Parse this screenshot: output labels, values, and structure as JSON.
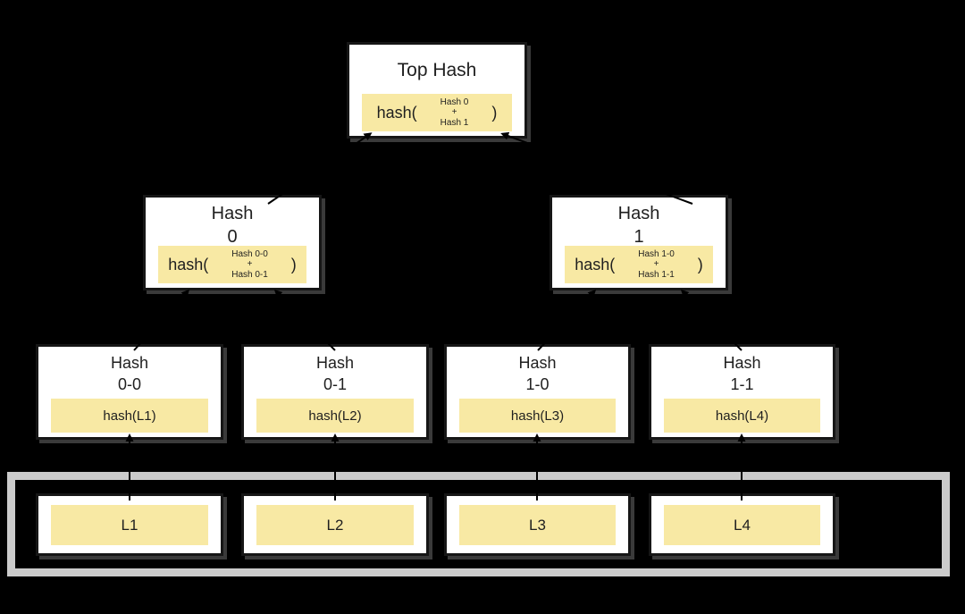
{
  "palette": {
    "background": "#000000",
    "node_fill": "#ffffff",
    "node_border": "#161616",
    "highlight_band": "#f8e9a4",
    "data_frame_gray": "#cbcbcb",
    "arrow_color": "#000000",
    "text": "#1f1f1f"
  },
  "tree": {
    "root": {
      "title": "Top Hash",
      "band": {
        "prefix": "hash(",
        "args": [
          "Hash 0",
          "+",
          "Hash 1"
        ],
        "suffix": ")"
      }
    },
    "branches": [
      {
        "title": [
          "Hash",
          "0"
        ],
        "band": {
          "prefix": "hash(",
          "args": [
            "Hash 0-0",
            "+",
            "Hash 0-1"
          ],
          "suffix": ")"
        }
      },
      {
        "title": [
          "Hash",
          "1"
        ],
        "band": {
          "prefix": "hash(",
          "args": [
            "Hash 1-0",
            "+",
            "Hash 1-1"
          ],
          "suffix": ")"
        }
      }
    ],
    "leaf_hashes": [
      {
        "title": [
          "Hash",
          "0-0"
        ],
        "band_text": "hash(L1)"
      },
      {
        "title": [
          "Hash",
          "0-1"
        ],
        "band_text": "hash(L2)"
      },
      {
        "title": [
          "Hash",
          "1-0"
        ],
        "band_text": "hash(L3)"
      },
      {
        "title": [
          "Hash",
          "1-1"
        ],
        "band_text": "hash(L4)"
      }
    ],
    "data_blocks": [
      {
        "label": "L1"
      },
      {
        "label": "L2"
      },
      {
        "label": "L3"
      },
      {
        "label": "L4"
      }
    ]
  },
  "edges": [
    {
      "from": "Hash 0",
      "to": "Top Hash"
    },
    {
      "from": "Hash 1",
      "to": "Top Hash"
    },
    {
      "from": "Hash 0-0",
      "to": "Hash 0"
    },
    {
      "from": "Hash 0-1",
      "to": "Hash 0"
    },
    {
      "from": "Hash 1-0",
      "to": "Hash 1"
    },
    {
      "from": "Hash 1-1",
      "to": "Hash 1"
    },
    {
      "from": "L1",
      "to": "Hash 0-0"
    },
    {
      "from": "L2",
      "to": "Hash 0-1"
    },
    {
      "from": "L3",
      "to": "Hash 1-0"
    },
    {
      "from": "L4",
      "to": "Hash 1-1"
    }
  ]
}
